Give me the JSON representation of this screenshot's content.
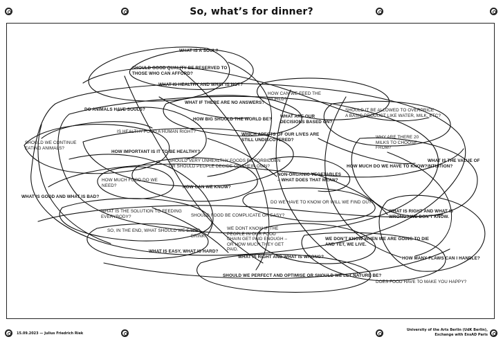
{
  "title": "So, what’s for dinner?",
  "questions": [
    {
      "text": "WHAT IS A SOUL?",
      "bold": true
    },
    {
      "text": "SHOULD GOOD QUALITY BE RESERVED TO\nTHOSE WHO CAN AFFORD?",
      "bold": true
    },
    {
      "text": "WHAT IS HEALTHY AND WHAT IS NOT?",
      "bold": true
    },
    {
      "text": "HOW CAN WE FEED THE\nWORLD?",
      "bold": false
    },
    {
      "text": "DO ANIMALS HAVE SOULS?",
      "bold": true
    },
    {
      "text": "WHAT IF THERE ARE NO ANSWERS?",
      "bold": true
    },
    {
      "text": "SHOULD IT BE ALLOWED TO OVERPRICE\nA BASIC PRODUCT LIKE WATER, MILK, ETC?",
      "bold": false
    },
    {
      "text": "WHAT ARE OUR\nDECISIONS BASED ON?",
      "bold": true
    },
    {
      "text": "HOW BIG SHOULD THE WORLD BE?",
      "bold": true
    },
    {
      "text": "IS HEALTHY FOOD A HUMAN RIGHT?",
      "bold": false
    },
    {
      "text": "WHICH APECTS OF OUR LIVES ARE\nSTILL UNDISCOVERED?",
      "bold": true
    },
    {
      "text": "WHY ARE THERE 20\nMILKS TO CHOOSE\nFROM?",
      "bold": false
    },
    {
      "text": "SHOULD WE CONTINUE\nEATING ANIMALS?",
      "bold": false
    },
    {
      "text": "HOW IMPORTANT IS IT TO BE HEALTHY?",
      "bold": true
    },
    {
      "text": "SHOULD VERY UNHEALTHY FOODS BE FORBIDDEN\nOR SHOULD PEOPLE DECIDE ON THEIR OWN?",
      "bold": false
    },
    {
      "text": "WHAT IS THE VALUE OF\nINTUITION?",
      "bold": true
    },
    {
      "text": "HOW MUCH DO WE HAVE TO KNOW?",
      "bold": true
    },
    {
      "text": "NON-ORGANIC VEGETABLES\n– WHAT DOES THAT MEAN?",
      "bold": true
    },
    {
      "text": "HOW MUCH FOOD DO WE\nNEED?",
      "bold": false
    },
    {
      "text": "HOW CAN WE KNOW?",
      "bold": true
    },
    {
      "text": "WHAT IS GOOD AND WHAT IS BAD?",
      "bold": true
    },
    {
      "text": "DO WE HAVE TO KNOW OR WILL WE FIND OUT?",
      "bold": false
    },
    {
      "text": "WHAT IS THE SOLUTION TO FEEDING\nEVERYBODY?",
      "bold": false
    },
    {
      "text": "SHOULD FOOD BE COMPLICATE OR EASY?",
      "bold": false
    },
    {
      "text": "WHAT IS RIGHT AND WHAT IS\nWRONG? WE DON’T KNOW.",
      "bold": true
    },
    {
      "text": "SO, IN THE END, WHAT SHOULD WE EAT?",
      "bold": false
    },
    {
      "text": "AND\nDRINK!",
      "bold": false
    },
    {
      "text": "WE DONT KNOW IF THE\nPEOPLE IN OUR FOOD\nCHAIN GET PAID ENOUGH –\nOR HOW MUCH THEY GET\nPAID.",
      "bold": false
    },
    {
      "text": "WE DON’T KNOW WHEN WE ARE GOING TO DIE\nAND YET, WE LIVE.",
      "bold": true
    },
    {
      "text": "WHAT IS EASY, WHAT IS HARD?",
      "bold": true
    },
    {
      "text": "WHAT IS RIGHT AND WHAT IS WRONG?",
      "bold": true
    },
    {
      "text": "HOW MANY FLAWS CAN I HANDLE?",
      "bold": true
    },
    {
      "text": "SHOULD WE PERFECT AND OPTIMISE OR SHOULD WE LET NATURE BE?",
      "bold": true
    },
    {
      "text": "DOES FOOD HAVE TO MAKE YOU HAPPY?",
      "bold": false
    }
  ],
  "footer": {
    "left": "15.09.2023 — Julius Friedrich Riek",
    "right": "University of the Arts Berlin (UdK Berlin),\nExchange with EnsAD Paris"
  }
}
